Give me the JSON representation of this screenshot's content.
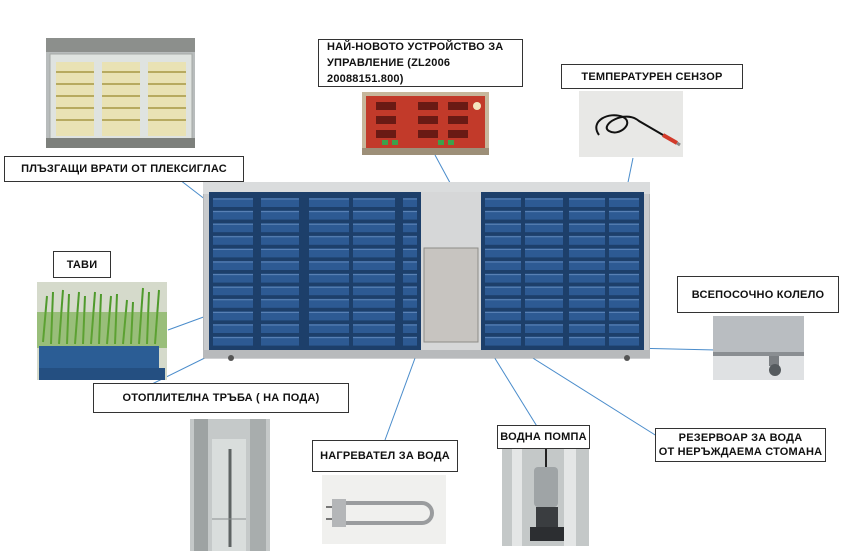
{
  "labels": {
    "controller": "НАЙ-НОВОТО УСТРОЙСТВО ЗА УПРАВЛЕНИЕ (ZL2006 20088151.800)",
    "temp_sensor": "ТЕМПЕРАТУРЕН СЕНЗОР",
    "doors": "ПЛЪЗГАЩИ ВРАТИ ОТ ПЛЕКСИГЛАС",
    "trays": "ТАВИ",
    "wheel": "ВСЕПОСОЧНО КОЛЕЛО",
    "heating_pipe": "ОТОПЛИТЕЛНА ТРЪБА ( НА ПОДА)",
    "water_heater": "НАГРЕВАТЕЛ ЗА ВОДА",
    "water_pump": "ВОДНА ПОМПА",
    "tank_line1": "РЕЗЕРВОАР ЗА ВОДА",
    "tank_line2": "ОТ НЕРЪЖДАЕМА СТОМАНА"
  },
  "colors": {
    "tray_blue": "#2d5a93",
    "frame": "#c9cbcd",
    "leader_line": "#4a8ccb",
    "grass": "#4f9a2c"
  },
  "icons": [
    "fridge-photo",
    "controller-panel-photo",
    "sensor-cable-photo",
    "grass-tray-photo",
    "caster-wheel-photo",
    "floor-pipe-photo",
    "heater-element-photo",
    "pump-photo"
  ]
}
